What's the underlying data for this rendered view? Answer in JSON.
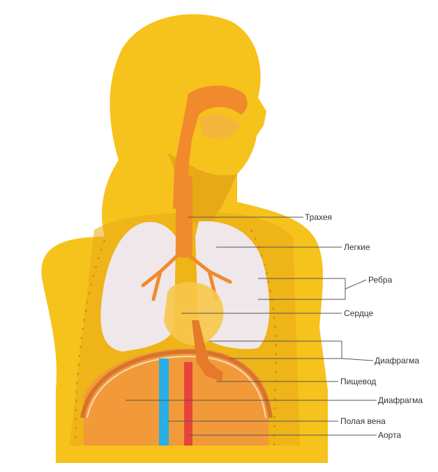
{
  "diagram": {
    "labels": {
      "trachea": "Трахея",
      "lungs": "Легкие",
      "ribs": "Ребра",
      "heart": "Сердце",
      "diaphragm_top": "Диафрагма",
      "esophagus": "Пищевод",
      "diaphragm_bottom": "Диафрагма",
      "vena_cava": "Полая вена",
      "aorta": "Аорта"
    },
    "colors": {
      "body": "#f6c21c",
      "body_shade": "#e8a916",
      "lung": "#efe7ea",
      "airway": "#f08a2c",
      "abdomen": "#f29a3a",
      "vein": "#2aaee6",
      "artery": "#e8453a",
      "leader_line": "#555555"
    }
  }
}
